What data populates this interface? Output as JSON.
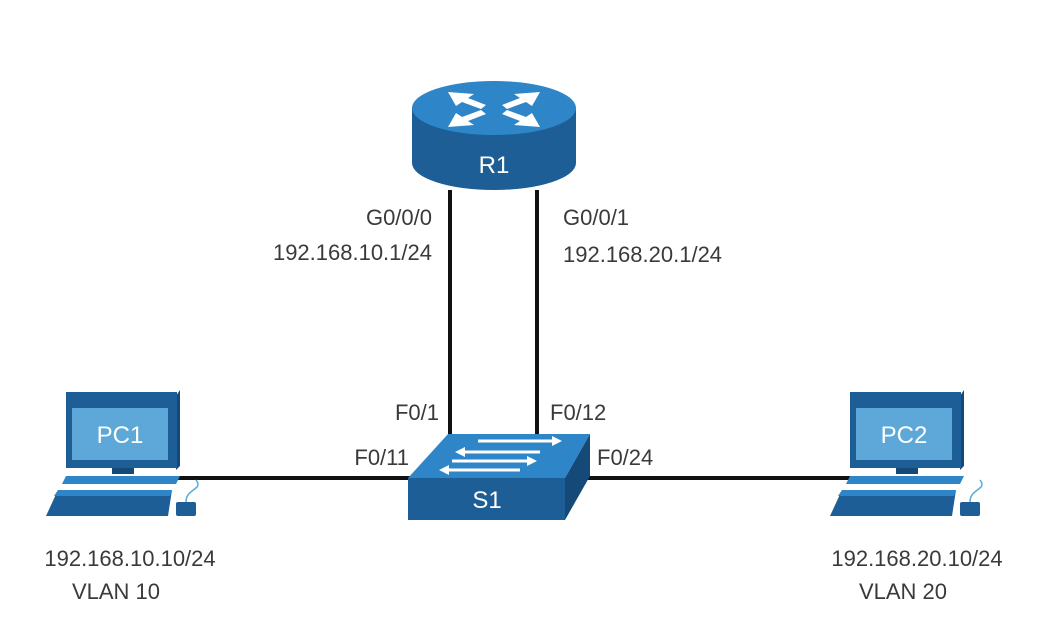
{
  "router": {
    "name": "R1"
  },
  "switch": {
    "name": "S1"
  },
  "pc1": {
    "name": "PC1",
    "ip": "192.168.10.10/24",
    "vlan": "VLAN 10"
  },
  "pc2": {
    "name": "PC2",
    "ip": "192.168.20.10/24",
    "vlan": "VLAN 20"
  },
  "links": {
    "r1_left": {
      "interface": "G0/0/0",
      "ip": "192.168.10.1/24"
    },
    "r1_right": {
      "interface": "G0/0/1",
      "ip": "192.168.20.1/24"
    },
    "s1_f01": "F0/1",
    "s1_f012": "F0/12",
    "s1_f011": "F0/11",
    "s1_f024": "F0/24"
  },
  "colors": {
    "device_top": "#2b7fbf",
    "device_side": "#1c5e95",
    "device_dark": "#154a78",
    "screen": "#5da8d8",
    "cable": "#111111",
    "text": "#3a3a3a"
  }
}
